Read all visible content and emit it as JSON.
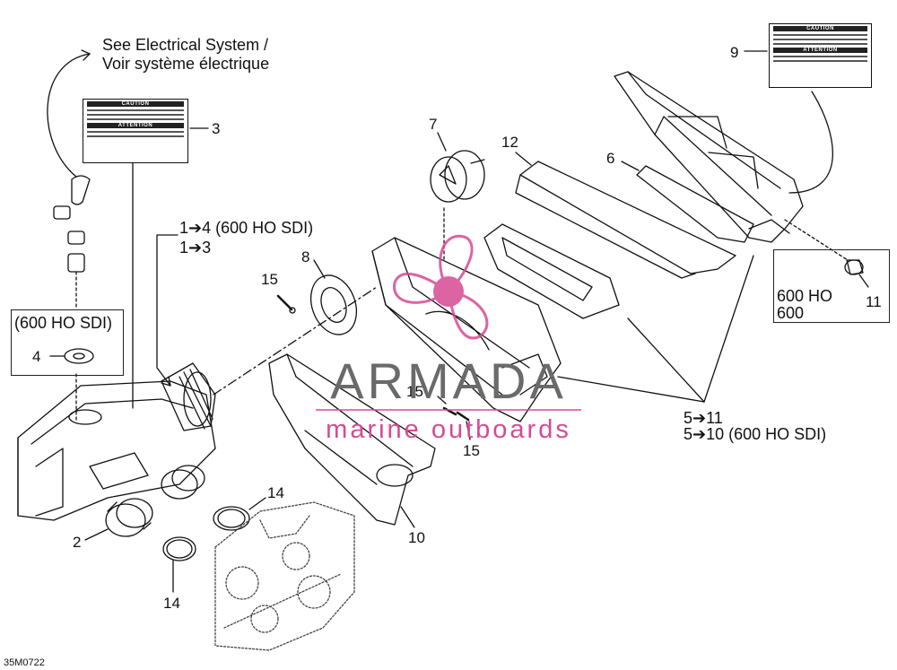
{
  "notes": {
    "see_electrical_line1": "See Electrical System /",
    "see_electrical_line2": "Voir système électrique",
    "ref_600ho_sdi_a": "1➔4 (600 HO SDI)",
    "ref_600ho_sdi_b": "1➔3",
    "box_600ho_sdi": "(600 HO SDI)",
    "box_600ho": "600 HO",
    "box_600": "600",
    "ref_5_11": "5➔11",
    "ref_5_10": "5➔10 (600 HO SDI)"
  },
  "decal": {
    "caution": "CAUTION",
    "attention": "ATTENTION"
  },
  "part_labels": {
    "p2": "2",
    "p3": "3",
    "p4": "4",
    "p6": "6",
    "p7": "7",
    "p8": "8",
    "p9": "9",
    "p10": "10",
    "p11": "11",
    "p12": "12",
    "p14a": "14",
    "p14b": "14",
    "p15a": "15",
    "p15b": "15",
    "p15c": "15"
  },
  "watermark": {
    "brand": "ARMADA",
    "tagline": "marine outboards",
    "accent": "#d64a93",
    "gray": "#6a6a6a"
  },
  "footer": {
    "code": "35M0722"
  }
}
